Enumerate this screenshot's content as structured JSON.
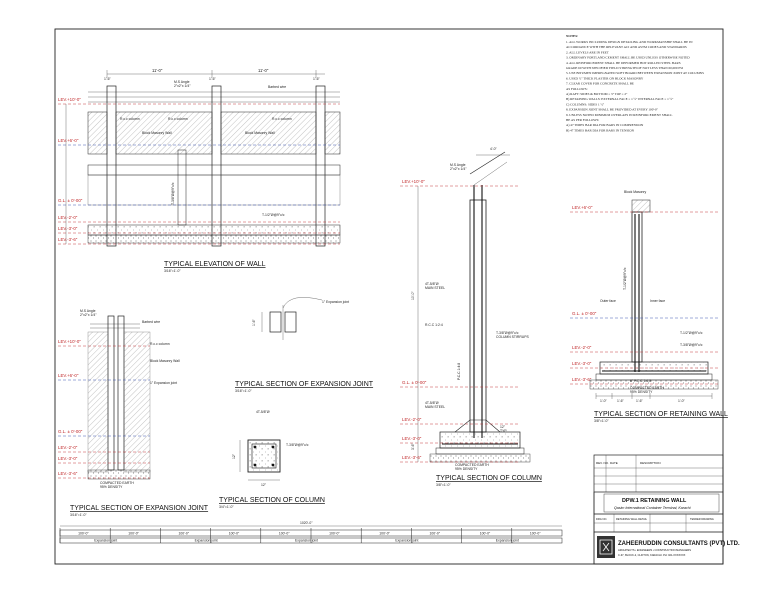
{
  "notes": {
    "heading": "NOTES:",
    "lines": [
      "1.  ALL WORKS INCLUDING DESIGN DETAILING AND WORKMANSHIP SHALL BE IN",
      "     ACCORDANCE WITH THE RELEVANT ACI AND ASTM CODES AND STANDARDS",
      "2.  ALL LEVELS ARE IN FEET",
      "3.  ORDINARY PORTLAND CEMENT SHALL BE USED UNLESS OTHERWISE NOTED",
      "4.  ALL REINFORCEMENT SHALL BE DEFORMED HOT ROLLED STEEL BARS",
      "     GRADE 60 WITH SPECIFIED YIELD STRENGTH OF NOT LESS THAN 60,000 PSI",
      "5.  USE BITUMEN IMPREGNATED SOFT BOARD BETWEEN EXPANSION JOINT AT COLUMNS",
      "6.  USED ½\" THICK PLASTER ON BLOCK MASONRY",
      "7.  CLEAR COVER FOR CONCRETE SHALL BE",
      "     AS FOLLOWS:",
      "     A)  RAFT: SIDES & BOTTOM = 3\" TOP = 2\"",
      "     B)  RETAINING WALLS: EXTERNAL FACE = 1 ½\" INTERNAL FACE = 1 ½\"",
      "     C)  COLUMNS: SIDES 1 ½\"",
      "8.  EXPANSION JOINT SHALL BE PROVIDED AT EVERY 100'-0\"",
      "9.  UNLESS NOTED MINIMUM OVERLAPS IN REINFORCEMENT SHALL",
      "     BE AS PER FOLLOWS:",
      "     A)   47 TIMES BAR DIA FOR BARS IN COMPRESSION",
      "     B)   47 TIMES BAR DIA FOR BARS IN TENSION"
    ]
  },
  "elevation": {
    "title": "TYPICAL ELEVATION OF WALL",
    "scale": "3/16\"=1'-0\"",
    "span_dims": [
      "11'-0\"",
      "11'-0\""
    ],
    "col_dims": [
      "1'-6\"",
      "1'-6\"",
      "1'-6\""
    ],
    "angle": "M.S Angle\n2\"x2\"x 1/4\"",
    "barbed": "Barbed wire",
    "rcc_labels": [
      "R.c.c column",
      "R.c.c column",
      "R.c.c column"
    ],
    "masonry": [
      "Block Masonry Wall",
      "Block Masonry Wall"
    ],
    "levels": [
      "LEV.+10'-0\"",
      "LEV.+6'-0\"",
      "G.L. ± 0'-00\"",
      "LEV.-2'-0\"",
      "LEV.-3'-0\"",
      "LEV.-3'-6\""
    ],
    "stirrups": [
      "T-3/8\"Ø@9\"c/c",
      "T-1/2\"Ø@9\"c/c"
    ]
  },
  "exp_section": {
    "title": "TYPICAL SECTION OF EXPANSION JOINT",
    "scale": "3/16\"=1'-0\"",
    "label": "1\" Expansion joint",
    "dim": "1'-6\""
  },
  "column_section": {
    "title": "TYPICAL SECTION OF COLUMN",
    "scale": "3/4\"=1'-0\"",
    "bars": "4T-5/8\"Ø",
    "ties": "T-3/8\"Ø@9\"c/c",
    "dim_w": "12\"",
    "dim_h": "12\""
  },
  "exp_joint": {
    "title": "TYPICAL SECTION OF EXPANSION JOINT",
    "scale": "3/16\"=1'-0\"",
    "angle": "M.S Angle\n2\"x2\"x 1/4\"",
    "barbed": "Barbed wire",
    "rcc": "R.c.c column",
    "masonry": "Block Masonry Wall",
    "joint": "1\" Expansion joint",
    "levels": [
      "LEV.+10'-0\"",
      "LEV.+6'-0\"",
      "G.L. ± 0'-00\"",
      "LEV.-2'-0\"",
      "LEV.-3'-0\"",
      "LEV.-3'-6\""
    ],
    "soil": "COMPACTED EARTH\n95% DENSITY"
  },
  "column": {
    "title": "TYPICAL SECTION OF COLUMN",
    "scale": "3/8\"=1'-0\"",
    "angle": "M.S Angle\n2\"x2\"x 1/4\"",
    "top_dim": "4'-0\"",
    "levels": [
      "LEV.+10'-0\"",
      "G.L. ± 0'-00\"",
      "LEV.-2'-0\"",
      "LEV.-3'-0\"",
      "LEV.-3'-6\""
    ],
    "main_steel_1": "4T-5/8\"Ø\nMAIN STEEL",
    "main_steel_2": "4T-5/8\"Ø\nMAIN STEEL",
    "rcc": "R.C.C 1:2:4",
    "stirrups": "T-3/8\"Ø@9\"c/c\nCOLUMN STIRRUPS",
    "pcc": "P.C.C 1:4:8",
    "base": "12\"\nTYP.",
    "soil": "COMPACTED EARTH\n95% DENSITY",
    "vdims": [
      "10'-0\"",
      "3'-6\""
    ]
  },
  "retaining": {
    "title": "TYPICAL SECTION OF RETAINING WALL",
    "scale": "3/8\"=1'-0\"",
    "masonry": "Block Masonry",
    "levels": [
      "LEV.+6'-0\"",
      "G.L. ± 0'-00\"",
      "LEV.-2'-0\"",
      "LEV.-3'-0\"",
      "LEV.-3'-6\""
    ],
    "outer": "Outer face",
    "inner": "Inner face",
    "bar1": "T-1/2\"Ø@9\"c/c",
    "bar2": "T-1/2\"Ø@9\"c/c",
    "bar3": "T-3/8\"Ø@9\"c/c",
    "pcc": "6\" P.C.C 1:4:8",
    "soil": "COMPACTED EARTH\n95% DENSITY",
    "dims": [
      "1'-0\"",
      "1'-6\"",
      "1'-6\"",
      "1'-0\""
    ]
  },
  "strip": {
    "total": "1020'-0\"",
    "segments": [
      "100'-0\"",
      "100'-0\"",
      "100'-0\"",
      "100'-0\"",
      "100'-0\"",
      "100'-0\"",
      "100'-0\"",
      "100'-0\"",
      "100'-0\"",
      "100'-0\""
    ],
    "joint_label": "Expansion joint"
  },
  "titleblock": {
    "rev_head": [
      "REV. NO.",
      "DATE",
      "DESCRIPTION"
    ],
    "project_title": "DPW.1 RETAINING WALL",
    "project_sub": "Qasim International Container Terminal, Karachi",
    "row1": [
      "DRG NO.",
      "RETAINING WALL DETAIL",
      "",
      "TENDER DRAWING"
    ],
    "row2": [
      "",
      "",
      "",
      ""
    ],
    "firm": "ZAHEERUDDIN CONSULTANTS (PVT) LTD.",
    "firm_sub": "ARCHITECTS  •  ENGINEERS  •  CONSTRUCTION MANAGERS",
    "firm_sub2": "C-37, BLOCK-2, CLIFTON, KARACHI.   PH: 021-XXXXXXX"
  }
}
